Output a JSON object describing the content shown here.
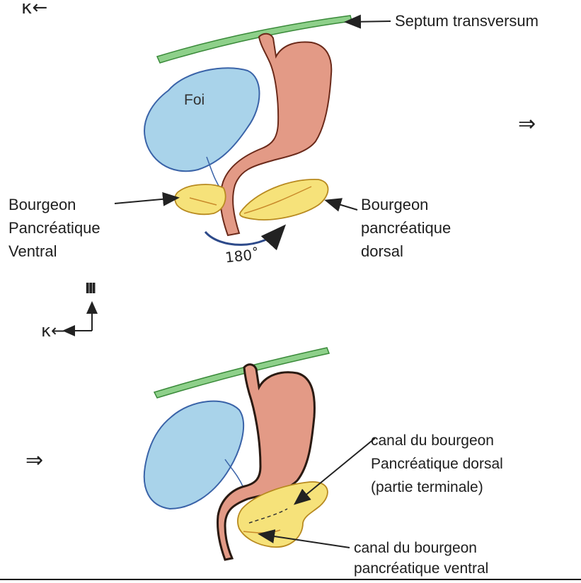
{
  "top_panel": {
    "axis_symbol": "κ←",
    "septum_label": "Septum transversum",
    "liver_label": "Foi",
    "next_arrow": "⇒",
    "ventral_bud_label": [
      "Bourgeon",
      "Pancréatique",
      "Ventral"
    ],
    "dorsal_bud_label": [
      "Bourgeon",
      "pancréatique",
      "dorsal"
    ],
    "rotation_label": "180˚"
  },
  "bottom_panel": {
    "axis_up": "III",
    "axis_left": "κ←",
    "prev_arrow": "⇒",
    "dorsal_canal_label": [
      "canal du bourgeon",
      "Pancréatique dorsal",
      "(partie terminale)"
    ],
    "ventral_canal_label": [
      "canal du bourgeon",
      "pancréatique ventral"
    ]
  },
  "colors": {
    "septum": "#8ed08a",
    "liver": "#a9d3ea",
    "stomach": "#e39a86",
    "pancreas": "#f6e27a",
    "outline": "#2a2a2a"
  }
}
